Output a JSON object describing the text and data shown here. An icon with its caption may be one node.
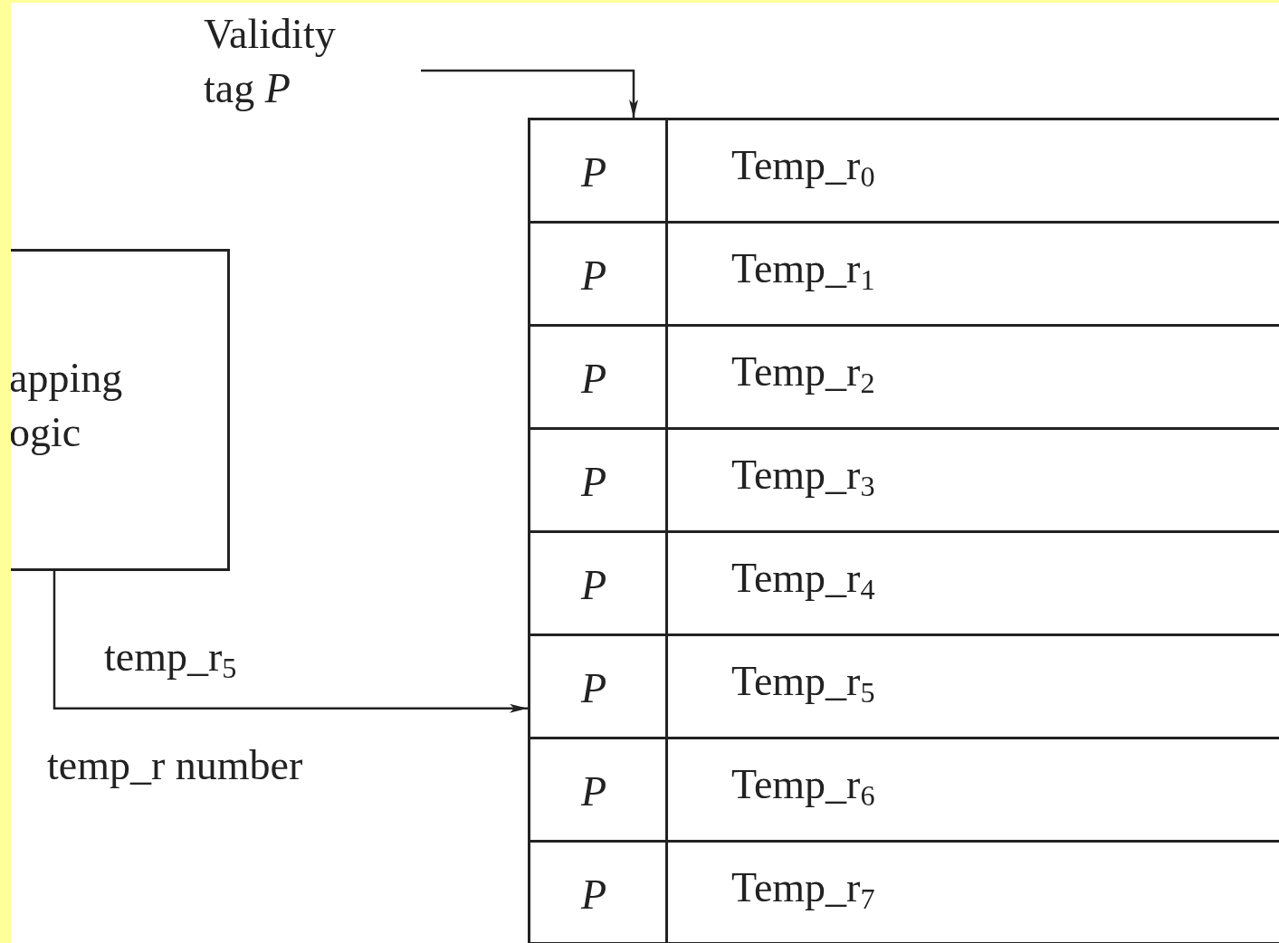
{
  "diagram": {
    "nodes": [
      {
        "text": [
          "Validity tag *P*"
        ]
      },
      {
        "text": [
          "apping ogic"
        ]
      },
      {
        "text": [],
        "shape": "box"
      },
      {
        "text": [
          "P"
        ],
        "in": 2
      },
      {
        "text": [
          "Temp_r$_{0}$"
        ],
        "in": 2
      },
      {
        "text": [
          "P"
        ],
        "in": 2
      },
      {
        "text": [
          "Temp_r$_{1}$"
        ],
        "in": 2
      },
      {
        "text": [
          "P"
        ],
        "in": 2
      },
      {
        "text": [
          "Temp_r$_{2}$"
        ],
        "in": 2
      },
      {
        "text": [
          "P"
        ],
        "in": 2
      },
      {
        "text": [
          "Temp_r$_{3}$"
        ],
        "in": 2
      },
      {
        "text": [
          "P"
        ],
        "in": 2
      },
      {
        "text": [
          "Temp_r$_{4}$"
        ],
        "in": 2
      },
      {
        "text": [
          "P"
        ],
        "in": 2
      },
      {
        "text": [
          "Temp_r$_{5}$"
        ],
        "in": 2
      },
      {
        "text": [
          "P"
        ],
        "in": 2
      },
      {
        "text": [
          "Temp_r$_{6}$"
        ],
        "in": 2
      },
      {
        "text": [
          "P"
        ],
        "in": 2
      },
      {
        "text": [
          "Temp_r$_{7}$"
        ],
        "in": 2
      }
    ],
    "edges": [
      {
        "from": 0,
        "to": 3,
        "arrow": "to"
      },
      {
        "from": 1,
        "to": 13,
        "arrow": "to",
        "label": "temp_r$_{5}$"
      }
    ],
    "labels": [
      "temp_r number"
    ]
  }
}
